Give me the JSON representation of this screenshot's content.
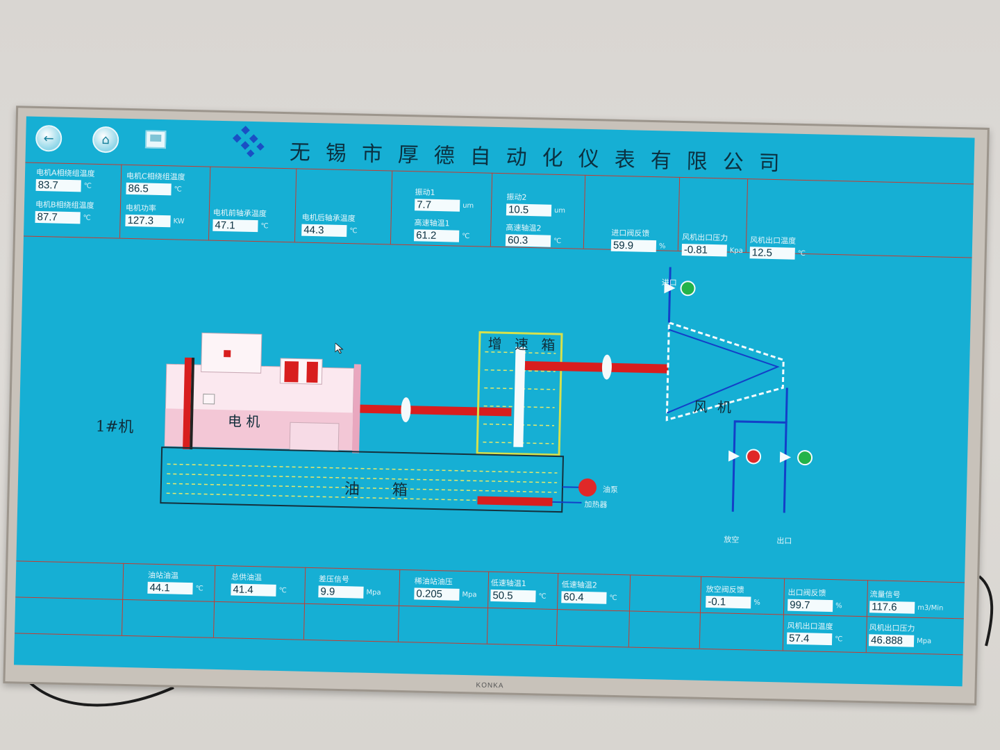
{
  "header": {
    "company_name": "无锡市厚德自动化仪表有限公司",
    "back_icon": "back-arrow-icon",
    "home_icon": "home-icon",
    "screen_icon": "monitor-icon"
  },
  "top_fields": {
    "motor_a_winding_temp": {
      "label": "电机A相绕组温度",
      "value": "83.7",
      "unit": "℃"
    },
    "motor_c_winding_temp": {
      "label": "电机C相绕组温度",
      "value": "86.5",
      "unit": "℃"
    },
    "vibration_1": {
      "label": "振动1",
      "value": "7.7",
      "unit": "um"
    },
    "vibration_2": {
      "label": "振动2",
      "value": "10.5",
      "unit": "um"
    },
    "motor_b_winding_temp": {
      "label": "电机B相绕组温度",
      "value": "87.7",
      "unit": "℃"
    },
    "motor_power": {
      "label": "电机功率",
      "value": "127.3",
      "unit": "KW"
    },
    "motor_front_bearing_temp": {
      "label": "电机前轴承温度",
      "value": "47.1",
      "unit": "℃"
    },
    "motor_rear_bearing_temp": {
      "label": "电机后轴承温度",
      "value": "44.3",
      "unit": "℃"
    },
    "high_speed_bearing_1": {
      "label": "高速轴温1",
      "value": "61.2",
      "unit": "℃"
    },
    "high_speed_bearing_2": {
      "label": "高速轴温2",
      "value": "60.3",
      "unit": "℃"
    },
    "inlet_valve_feedback": {
      "label": "进口阀反馈",
      "value": "59.9",
      "unit": "%"
    },
    "fan_outlet_pressure": {
      "label": "风机出口压力",
      "value": "-0.81",
      "unit": "Kpa"
    },
    "fan_outlet_temp": {
      "label": "风机出口温度",
      "value": "12.5",
      "unit": "℃"
    }
  },
  "diagram": {
    "unit_name": "1#机",
    "motor_label": "电 机",
    "gearbox_label": "增 速 箱",
    "fan_label": "风 机",
    "oil_tank_label": "油 箱",
    "inlet_label": "进口",
    "vent_label": "放空",
    "outlet_label": "出口",
    "pump_label": "油泵",
    "heater_label": "加热器",
    "colors": {
      "shaft": "#d81e1e",
      "pipe": "#1340c8",
      "valve_ok": "#23b34a",
      "valve_alarm": "#e02828"
    }
  },
  "bottom_fields": {
    "oil_station_temp": {
      "label": "油站油温",
      "value": "44.1",
      "unit": "℃"
    },
    "return_oil_temp": {
      "label": "总供油温",
      "value": "41.4",
      "unit": "℃"
    },
    "diff_pressure": {
      "label": "差压信号",
      "value": "9.9",
      "unit": "Mpa"
    },
    "oil_station_pressure": {
      "label": "稀油站油压",
      "value": "0.205",
      "unit": "Mpa"
    },
    "low_speed_bearing_1": {
      "label": "低速轴温1",
      "value": "50.5",
      "unit": "℃"
    },
    "low_speed_bearing_2": {
      "label": "低速轴温2",
      "value": "60.4",
      "unit": "℃"
    },
    "vent_valve_feedback": {
      "label": "放空阀反馈",
      "value": "-0.1",
      "unit": "%"
    },
    "outlet_valve_feedback": {
      "label": "出口阀反馈",
      "value": "99.7",
      "unit": "%"
    },
    "flow_signal": {
      "label": "流量信号",
      "value": "117.6",
      "unit": "m3/Min"
    },
    "fan_outlet_temp_2": {
      "label": "风机出口温度",
      "value": "57.4",
      "unit": "℃"
    },
    "fan_outlet_pressure_2": {
      "label": "风机出口压力",
      "value": "46.888",
      "unit": "Mpa"
    }
  },
  "tv_brand": "KONKA"
}
